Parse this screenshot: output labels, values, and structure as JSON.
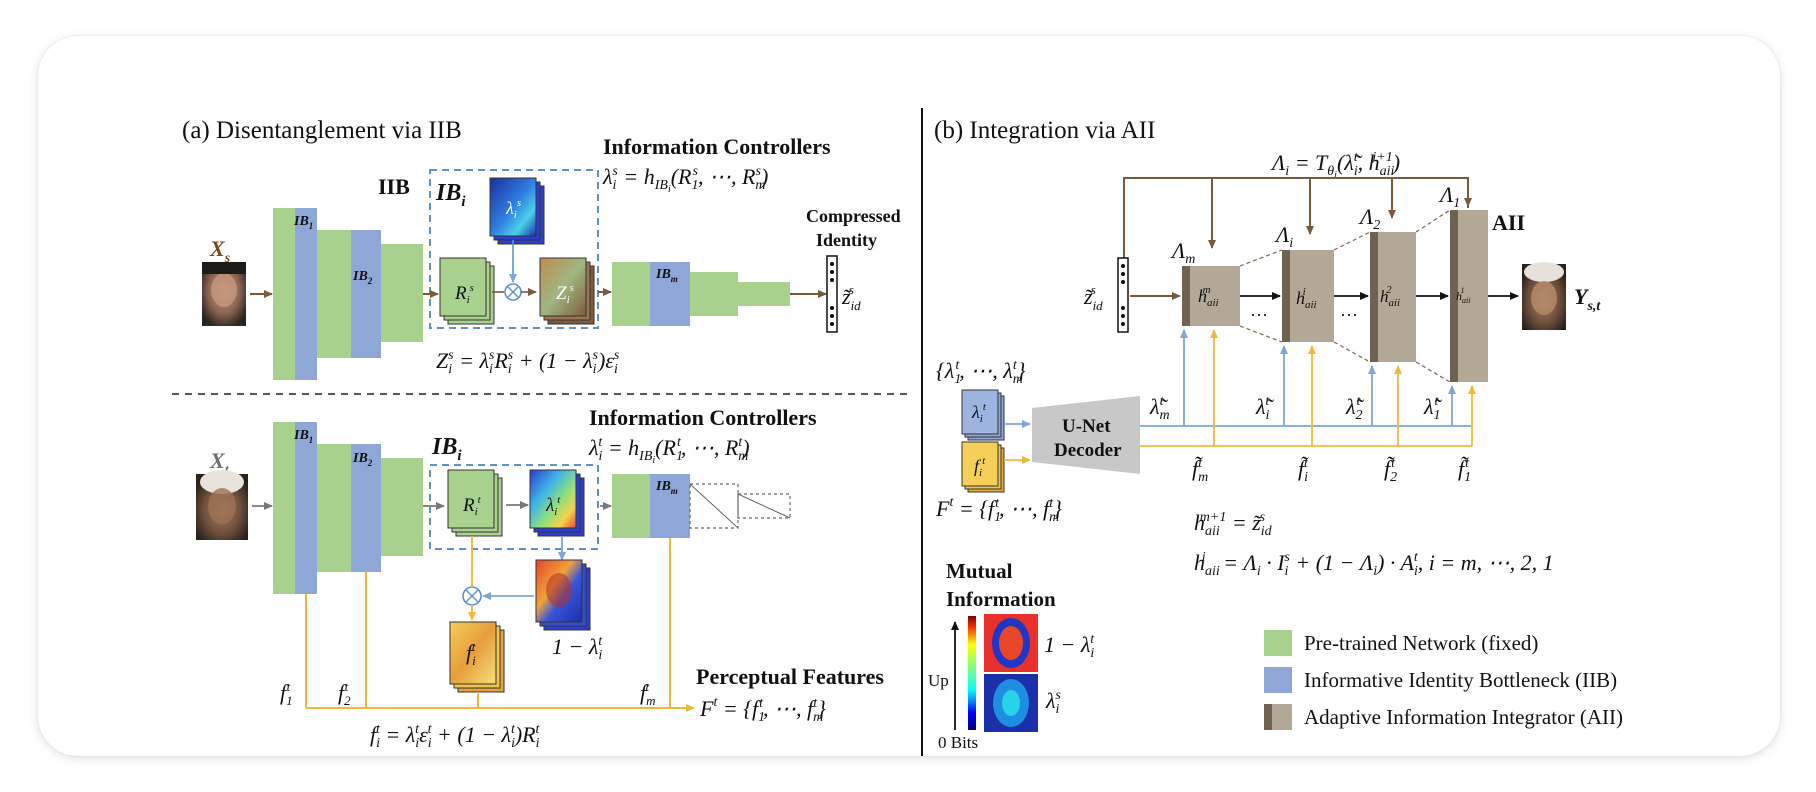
{
  "panel_a": {
    "title": "(a) Disentanglement via IIB",
    "iib_label": "IIB",
    "ib_i": "IB",
    "ib_i_sub": "i",
    "ib1": "IB",
    "ib1_sub": "1",
    "ib2": "IB",
    "ib2_sub": "2",
    "ibm": "IB",
    "ibm_sub": "m",
    "info_controllers": "Information Controllers",
    "lambda_s_eq": "λ",
    "lambda_s_rhs": " = h",
    "lambda_s_args": "(R",
    "lambda_t_args": "(R",
    "compressed_line1": "Compressed",
    "compressed_line2": "Identity",
    "xs": "X",
    "xs_sub": "s",
    "xt": "X",
    "xt_sub": "t",
    "one_minus_lambda": "1 − λ",
    "perceptual_features": "Perceptual Features",
    "Z": "Z",
    "R": "R",
    "f": "f",
    "lam": "λ"
  },
  "panel_b": {
    "title": "(b) Integration via AII",
    "aii_label": "AII",
    "unet_line1": "U-Net",
    "unet_line2": "Decoder",
    "ys": "Y",
    "ys_sub": "s,t",
    "mutual_line1": "Mutual",
    "mutual_line2": "Information",
    "up": "Up",
    "zero_bits": "0 Bits",
    "one_minus_lambda_t": "1 − λ",
    "dots": "…"
  },
  "legend": [
    {
      "label": "Pre-trained Network (fixed)",
      "color": "#a9d18e"
    },
    {
      "label": "Informative Identity Bottleneck (IIB)",
      "color": "#8fa7d6"
    },
    {
      "label": "Adaptive Information Integrator (AII)",
      "color": "#b3a895"
    }
  ],
  "colors": {
    "green": "#a9d18e",
    "blue": "#8fa7d6",
    "tan": "#b3a895",
    "tan_dark": "#6e6353",
    "brown_arrow": "#7a5a3a",
    "yellow_line": "#f0b93a",
    "light_blue_line": "#7ea6d8",
    "dashed_box": "#5b93c9"
  }
}
